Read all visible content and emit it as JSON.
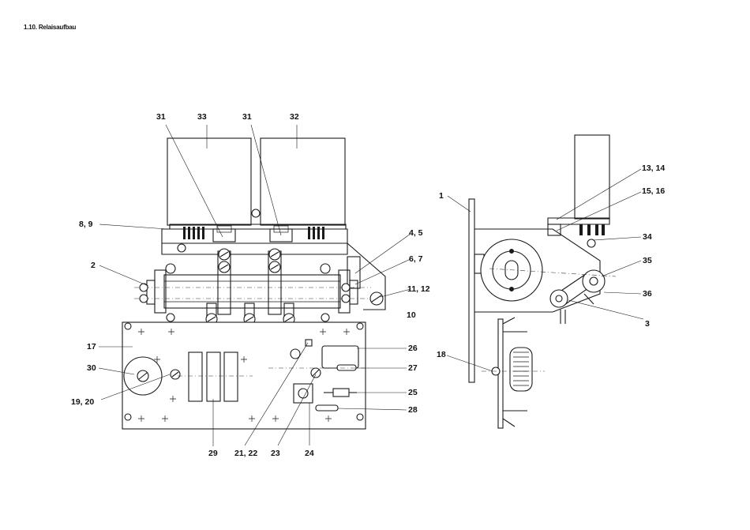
{
  "header": {
    "section_title": "1.10. Relaisaufbau"
  },
  "callouts": [
    {
      "id": "c31a",
      "text": "31"
    },
    {
      "id": "c33",
      "text": "33"
    },
    {
      "id": "c31b",
      "text": "31"
    },
    {
      "id": "c32",
      "text": "32"
    },
    {
      "id": "c89",
      "text": "8, 9"
    },
    {
      "id": "c2",
      "text": "2"
    },
    {
      "id": "c45",
      "text": "4, 5"
    },
    {
      "id": "c67",
      "text": "6, 7"
    },
    {
      "id": "c1112",
      "text": "11, 12"
    },
    {
      "id": "c10",
      "text": "10"
    },
    {
      "id": "c17",
      "text": "17"
    },
    {
      "id": "c30",
      "text": "30"
    },
    {
      "id": "c1920",
      "text": "19, 20"
    },
    {
      "id": "c26",
      "text": "26"
    },
    {
      "id": "c27",
      "text": "27"
    },
    {
      "id": "c25",
      "text": "25"
    },
    {
      "id": "c28",
      "text": "28"
    },
    {
      "id": "c29",
      "text": "29"
    },
    {
      "id": "c2122",
      "text": "21, 22"
    },
    {
      "id": "c23",
      "text": "23"
    },
    {
      "id": "c24",
      "text": "24"
    },
    {
      "id": "c1",
      "text": "1"
    },
    {
      "id": "c1314",
      "text": "13, 14"
    },
    {
      "id": "c1516",
      "text": "15, 16"
    },
    {
      "id": "c34",
      "text": "34"
    },
    {
      "id": "c35",
      "text": "35"
    },
    {
      "id": "c36",
      "text": "36"
    },
    {
      "id": "c3",
      "text": "3"
    },
    {
      "id": "c18",
      "text": "18"
    }
  ]
}
